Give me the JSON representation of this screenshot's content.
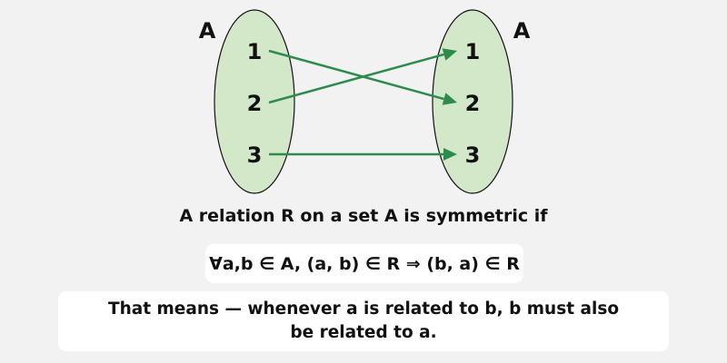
{
  "diagram": {
    "left_set": {
      "label": "A",
      "elements": [
        "1",
        "2",
        "3"
      ]
    },
    "right_set": {
      "label": "A",
      "elements": [
        "1",
        "2",
        "3"
      ]
    },
    "relations": [
      {
        "from": "1",
        "to": "2"
      },
      {
        "from": "2",
        "to": "1"
      },
      {
        "from": "3",
        "to": "3"
      }
    ],
    "colors": {
      "set_fill": "#d3e8c9",
      "set_stroke": "#111111",
      "arrow": "#2e8b4e"
    }
  },
  "definition": "A relation R on a set A is symmetric if",
  "formula": "∀a,b ∈ A, (a, b) ∈ R ⇒ (b, a) ∈ R",
  "meaning": "That means — whenever a is related to b, b must also be related to a."
}
